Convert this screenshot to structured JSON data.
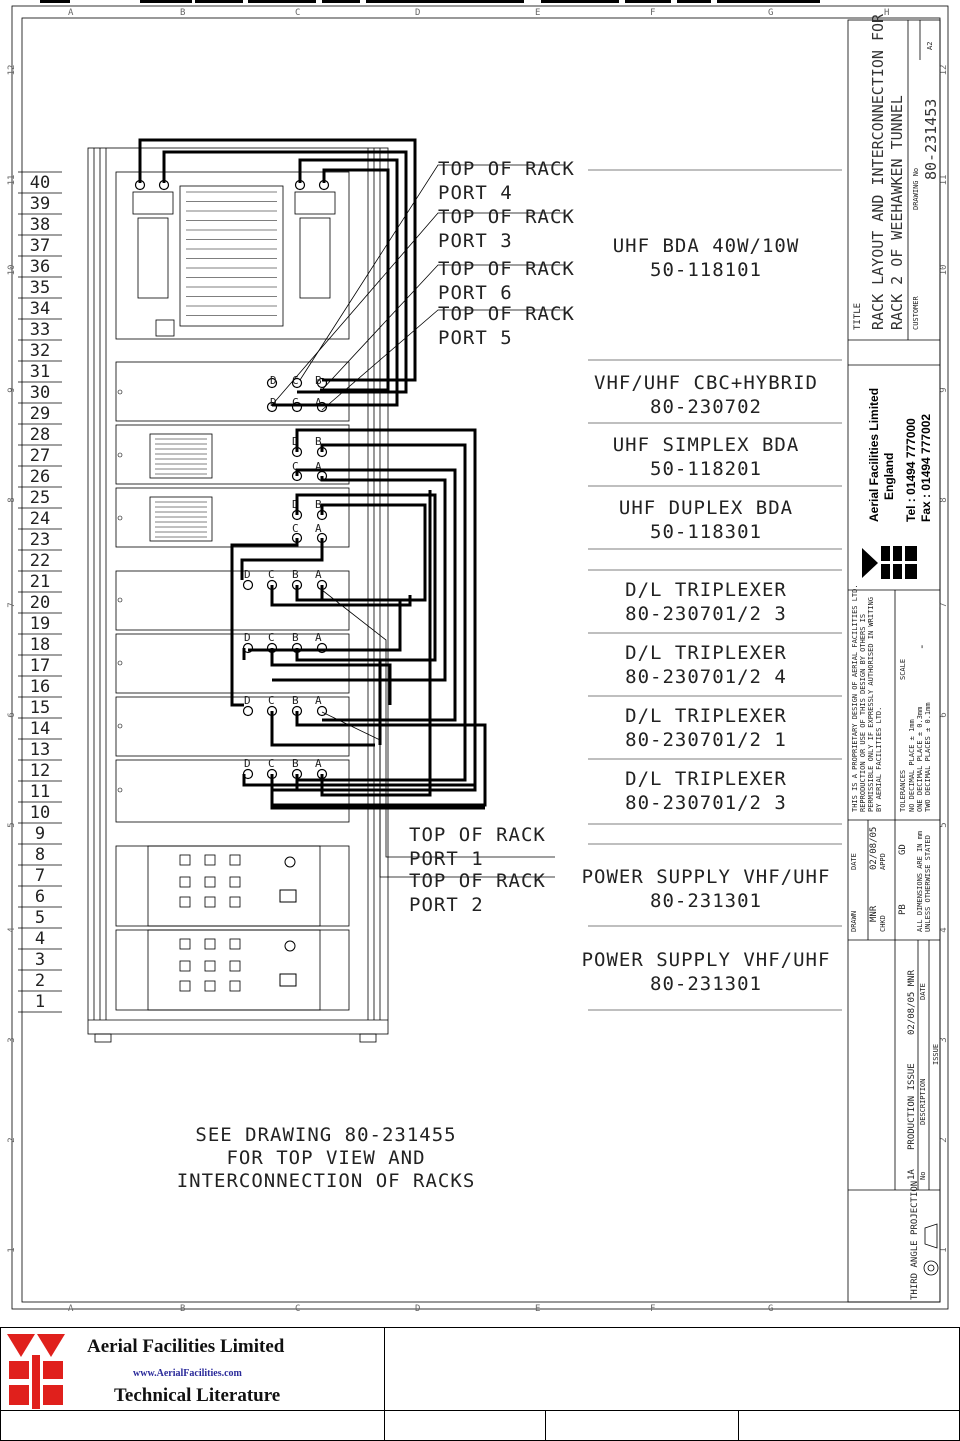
{
  "unit_numbers": [
    "40",
    "39",
    "38",
    "37",
    "36",
    "35",
    "34",
    "33",
    "32",
    "31",
    "30",
    "29",
    "28",
    "27",
    "26",
    "25",
    "24",
    "23",
    "22",
    "21",
    "20",
    "19",
    "18",
    "17",
    "16",
    "15",
    "14",
    "13",
    "12",
    "11",
    "10",
    "9",
    "8",
    "7",
    "6",
    "5",
    "4",
    "3",
    "2",
    "1"
  ],
  "grid_letters": [
    "A",
    "B",
    "C",
    "D",
    "E",
    "F",
    "G",
    "H"
  ],
  "grid_numbers": [
    "12",
    "11",
    "10",
    "9",
    "8",
    "7",
    "6",
    "5",
    "4",
    "3",
    "2",
    "1"
  ],
  "callouts": {
    "port4": {
      "line1": "TOP OF RACK",
      "line2": "PORT 4"
    },
    "port3": {
      "line1": "TOP OF RACK",
      "line2": "PORT 3"
    },
    "port6": {
      "line1": "TOP OF RACK",
      "line2": "PORT 6"
    },
    "port5": {
      "line1": "TOP OF RACK",
      "line2": "PORT 5"
    },
    "port1": {
      "line1": "TOP OF RACK",
      "line2": "PORT 1"
    },
    "port2": {
      "line1": "TOP OF RACK",
      "line2": "PORT 2"
    }
  },
  "equipment": [
    {
      "name": "UHF BDA 40W/10W",
      "part": "50-118101"
    },
    {
      "name": "VHF/UHF CBC+HYBRID",
      "part": "80-230702"
    },
    {
      "name": "UHF SIMPLEX BDA",
      "part": "50-118201"
    },
    {
      "name": "UHF DUPLEX BDA",
      "part": "50-118301"
    },
    {
      "name": "D/L TRIPLEXER",
      "part": "80-230701/2 3"
    },
    {
      "name": "D/L TRIPLEXER",
      "part": "80-230701/2 4"
    },
    {
      "name": "D/L TRIPLEXER",
      "part": "80-230701/2 1"
    },
    {
      "name": "D/L TRIPLEXER",
      "part": "80-230701/2 3"
    },
    {
      "name": "POWER SUPPLY VHF/UHF",
      "part": "80-231301"
    },
    {
      "name": "POWER SUPPLY VHF/UHF",
      "part": "80-231301"
    }
  ],
  "port_letters": {
    "a": "A",
    "b": "B",
    "c": "C",
    "d": "D"
  },
  "note": [
    "SEE DRAWING 80-231455",
    "FOR TOP VIEW AND",
    "INTERCONNECTION OF RACKS"
  ],
  "title_block": {
    "title_label": "TITLE",
    "title_line1": "RACK LAYOUT AND INTERCONNECTION FOR",
    "title_line2": "RACK 2 OF WEEHAWKEN TUNNEL",
    "customer_label": "CUSTOMER",
    "drawing_no_label": "DRAWING No",
    "drawing_no": "80-231453",
    "sheet": "A2",
    "company": "Aerial Facilities Limited",
    "country": "England",
    "tel": "Tel : 01494 777000",
    "fax": "Fax : 01494 777002",
    "proprietary": [
      "THIS IS A PROPRIETARY DESIGN OF AERIAL FACILITIES LTD.",
      "REPRODUCTION OR USE OF THIS DESIGN BY OTHERS IS",
      "PERMISSIBLE ONLY IF EXPRESSLY AUTHORISED IN WRITING",
      "BY AERIAL FACILITIES LTD."
    ],
    "scale_label": "SCALE",
    "scale_value": "-",
    "tolerances_label": "TOLERANCES",
    "tolerances": [
      "NO DECIMAL PLACE ± 1mm",
      "ONE DECIMAL PLACE ± 0.3mm",
      "TWO DECIMAL PLACES ± 0.1mm"
    ],
    "date_label": "DATE",
    "date": "02/08/05",
    "appd_label": "APPD",
    "appd": "GD",
    "drawn_label": "DRAWN",
    "drawn": "MNR",
    "chkd_label": "CHKD",
    "chkd": "PB",
    "dimensions": [
      "ALL DIMENSIONS ARE IN mm",
      "UNLESS OTHERWISE STATED"
    ],
    "issue_date": "02/08/05 MNR",
    "issue_date_label": "DATE",
    "issue_desc": "PRODUCTION ISSUE",
    "issue_desc_label": "DESCRIPTION",
    "issue_label": "ISSUE",
    "issue_no": "1A",
    "issue_no_label": "No",
    "projection": "THIRD ANGLE PROJECTION"
  },
  "footer": {
    "company": "Aerial  Facilities  Limited",
    "website": "www.AerialFacilities.com",
    "subtitle": "Technical Literature"
  }
}
